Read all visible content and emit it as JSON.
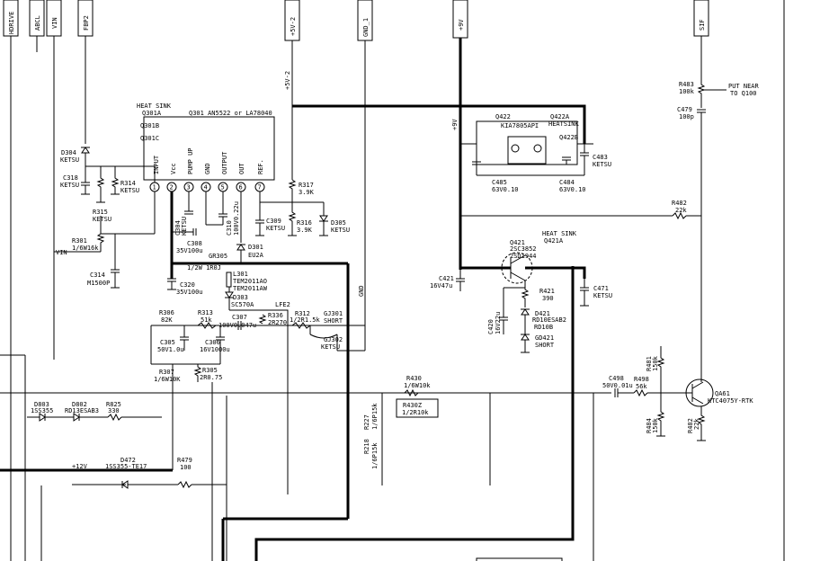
{
  "signals": {
    "hdrive": "HDRIVE",
    "abcl": "ABCL",
    "vin": "VIN",
    "fbp2": "FBP2",
    "p5v2": "+5V-2",
    "gnd1": "GND_1",
    "p9v": "+9V",
    "sif": "SIF"
  },
  "q301": {
    "heat_sink": "HEAT SINK",
    "q301a": "Q301A",
    "q301b": "Q301B",
    "q301c": "Q301C",
    "title": "Q301 AN5522 or LA78040",
    "pin_names": [
      "INPUT",
      "Vcc",
      "PUMP UP",
      "GND",
      "OUTPUT",
      "OUT",
      "REF."
    ],
    "pin_numbers": [
      "1",
      "2",
      "3",
      "4",
      "5",
      "6",
      "7"
    ]
  },
  "q422": {
    "name": "Q422",
    "part": "KIA7805API",
    "q422a": "Q422A",
    "heatsink": "HEATSINK",
    "q422b": "Q422B"
  },
  "q421": {
    "name": "Q421",
    "part1": "2SC3852",
    "part2": "2SD1944",
    "heat_sink": "HEAT SINK",
    "q421a": "Q421A"
  },
  "qa61": {
    "name": "QA61",
    "part": "KTC4075Y-RTK"
  },
  "components": {
    "r483": "R483",
    "r483v": "100k",
    "put_near": "PUT NEAR",
    "to_q100": "TO Q100",
    "c479": "C479",
    "c479v": "100p",
    "d304": "D304",
    "d304v": "KETSU",
    "c318": "C318",
    "c318v": "KETSU",
    "r314": "R314",
    "r314v": "KETSU",
    "r315": "R315",
    "r315v": "KETSU",
    "r301": "R301",
    "r301v": "1/6W16k",
    "vin_label": "VIN",
    "c314": "C314",
    "c314v": "M1500P",
    "c304": "C304",
    "c304v": "KETSU",
    "c308": "C308",
    "c308v": "35V100u",
    "c310": "C310",
    "c310v": "100V0.22u",
    "gr305": "GR305",
    "r317": "R317",
    "r317v": "3.9K",
    "c309": "C309",
    "c309v": "KETSU",
    "r316": "R316",
    "r316v": "3.9K",
    "d305": "D305",
    "d305v": "KETSU",
    "d301": "D301",
    "d301v": "EU2A",
    "r1": "1/2W 1R0J",
    "l301": "L301",
    "l301v1": "TEM2011AO",
    "l301v2": "TEM2011AW",
    "d303": "D303",
    "d303v": "SC570A",
    "lfe2": "LFE2",
    "c320": "C320",
    "c320v": "35V100u",
    "r306": "R306",
    "r306v": "82K",
    "r313": "R313",
    "r313v": "51k",
    "c307": "C307",
    "c307v": "100V0.047u",
    "r336": "R336",
    "r336v": "2R270",
    "r312": "R312",
    "r312v": "1/2R1.5k",
    "gj301": "GJ301",
    "gj301v": "SHORT",
    "gj302": "GJ302",
    "gj302v": "KETSU",
    "c305": "C305",
    "c305v": "50V1.0u",
    "c306": "C306",
    "c306v": "16V1000u",
    "r307": "R307",
    "r307v": "1/6W10K",
    "r305": "R305",
    "r305v": "2R0.75",
    "gnd_label": "GND",
    "p5v2_label": "+5V-2",
    "p9v_label": "+9V",
    "c485": "C485",
    "c485v": "63V0.10",
    "c484": "C484",
    "c484v": "63V0.10",
    "c483": "C483",
    "c483v": "KETSU",
    "r482a": "R482",
    "r482av": "22k",
    "c421": "C421",
    "c421v": "16V47u",
    "c420": "C420",
    "c420v": "16V22u",
    "r421": "R421",
    "r421v": "390",
    "d421": "D421",
    "d421v1": "RD10ESAB2",
    "d421v2": "RD10B",
    "gd421": "GD421",
    "gd421v": "SHORT",
    "c471": "C471",
    "c471v": "KETSU",
    "r430": "R430",
    "r430v": "1/6W10k",
    "r430z": "R430Z",
    "r430zv": "1/2R10k",
    "r227": "R227",
    "r227v": "1/6P15k",
    "r218": "R218",
    "r218v": "1/6P15k",
    "c498": "C498",
    "c498v": "50V0.01u",
    "r498": "R498",
    "r498v": "56k",
    "r481": "R481",
    "r481v": "150k",
    "r484": "R484",
    "r484v": "150k",
    "r482b": "R482",
    "r482bv": "22k",
    "d803": "D803",
    "d803v": "1SS355",
    "d802": "D802",
    "d802v": "RD13ESAB3",
    "r825": "R825",
    "r825v": "330",
    "p12v": "+12V",
    "d472": "D472",
    "d472v": "1SS355-TE17",
    "r479": "R479",
    "r479v": "100"
  }
}
